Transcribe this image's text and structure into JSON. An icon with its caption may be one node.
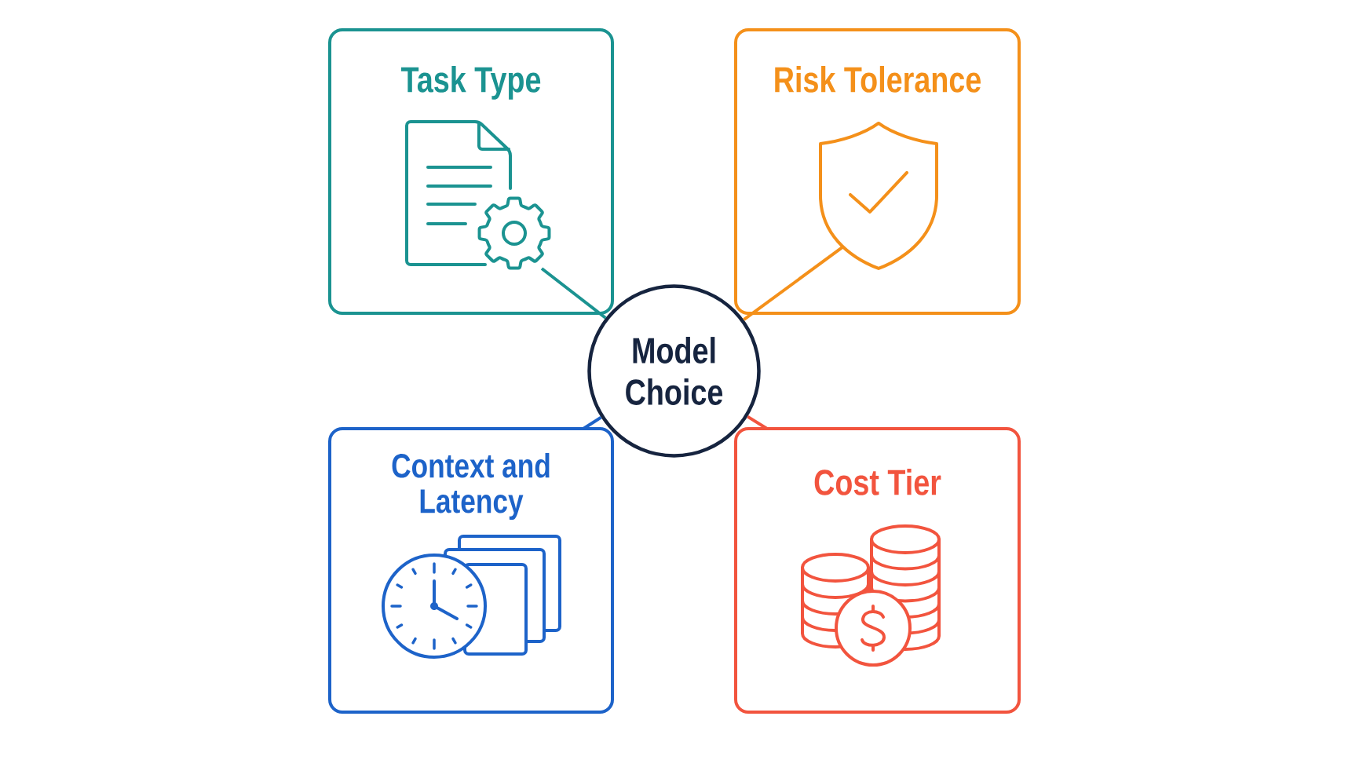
{
  "diagram": {
    "nodes": [
      {
        "text": [
          "Model Choice"
        ]
      },
      {
        "text": [
          "Task Type"
        ]
      },
      {
        "text": [],
        "shape": "picture",
        "in": 1
      },
      {
        "text": [
          "Risk Tolerance"
        ]
      },
      {
        "text": [],
        "shape": "picture",
        "in": 3
      },
      {
        "text": [
          "Context and Latency"
        ]
      },
      {
        "text": [
          "Cost Tier"
        ]
      }
    ],
    "edges": [
      {
        "from": 2,
        "to": 0,
        "arrow": "none",
        "color": "#1b9391"
      },
      {
        "from": 4,
        "to": 0,
        "arrow": "none",
        "color": "#f4901a"
      },
      {
        "from": 5,
        "to": 0,
        "arrow": "none",
        "color": "#1d63c9"
      },
      {
        "from": 6,
        "to": 0,
        "arrow": "none",
        "color": "#f2543e"
      }
    ]
  }
}
